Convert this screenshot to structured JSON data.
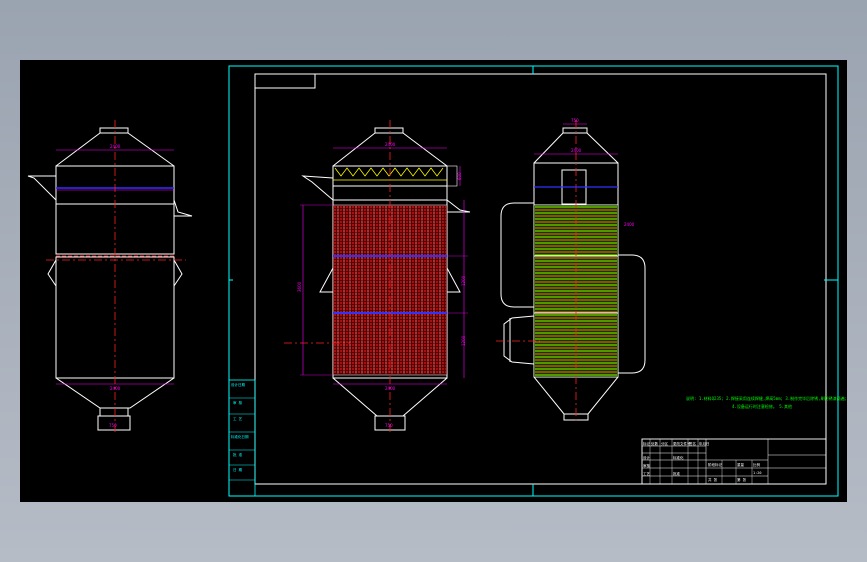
{
  "colors": {
    "background": "#000000",
    "outline": "#ffffff",
    "frame": "#00ffff",
    "centerline": "#ff0000",
    "dimension": "#ff00ff",
    "packing_front": "#ff2020",
    "packing_side": "#80ff00",
    "divider": "#3030ff",
    "demister": "#ffff00",
    "note": "#00ff00"
  },
  "dimensions": {
    "left_top_width": "2400",
    "left_bottom_width": "2400",
    "left_outlet": "750",
    "middle_top_width": "2400",
    "middle_bottom_width": "2400",
    "middle_outlet": "750",
    "middle_height": "3600",
    "middle_bed_upper": "1200",
    "middle_bed_lower": "1200",
    "middle_demister": "600",
    "right_top_outlet": "750",
    "right_top_width": "2400",
    "right_side_label": "2400"
  },
  "drawing_note": {
    "line1": "说明: 1.材料Q235; 2.焊接采用连续焊缝,焊高5mm; 3.制作完毕后除锈,刷防锈漆两遍;",
    "line2": "4.设备运行时注意检修。 5.其他"
  },
  "left_table": {
    "rows": [
      "设计日期",
      "审 核",
      "工 艺",
      "标准化日期",
      "批 准",
      "日 期"
    ]
  },
  "title_block": {
    "cells": [
      "标记",
      "处数",
      "分区",
      "更改文件号",
      "签名",
      "年月日",
      "设计",
      "标准化",
      "审核",
      "工艺",
      "批准",
      "阶段标记",
      "重量",
      "比例",
      "1:20",
      "共 张",
      "第 张"
    ]
  }
}
